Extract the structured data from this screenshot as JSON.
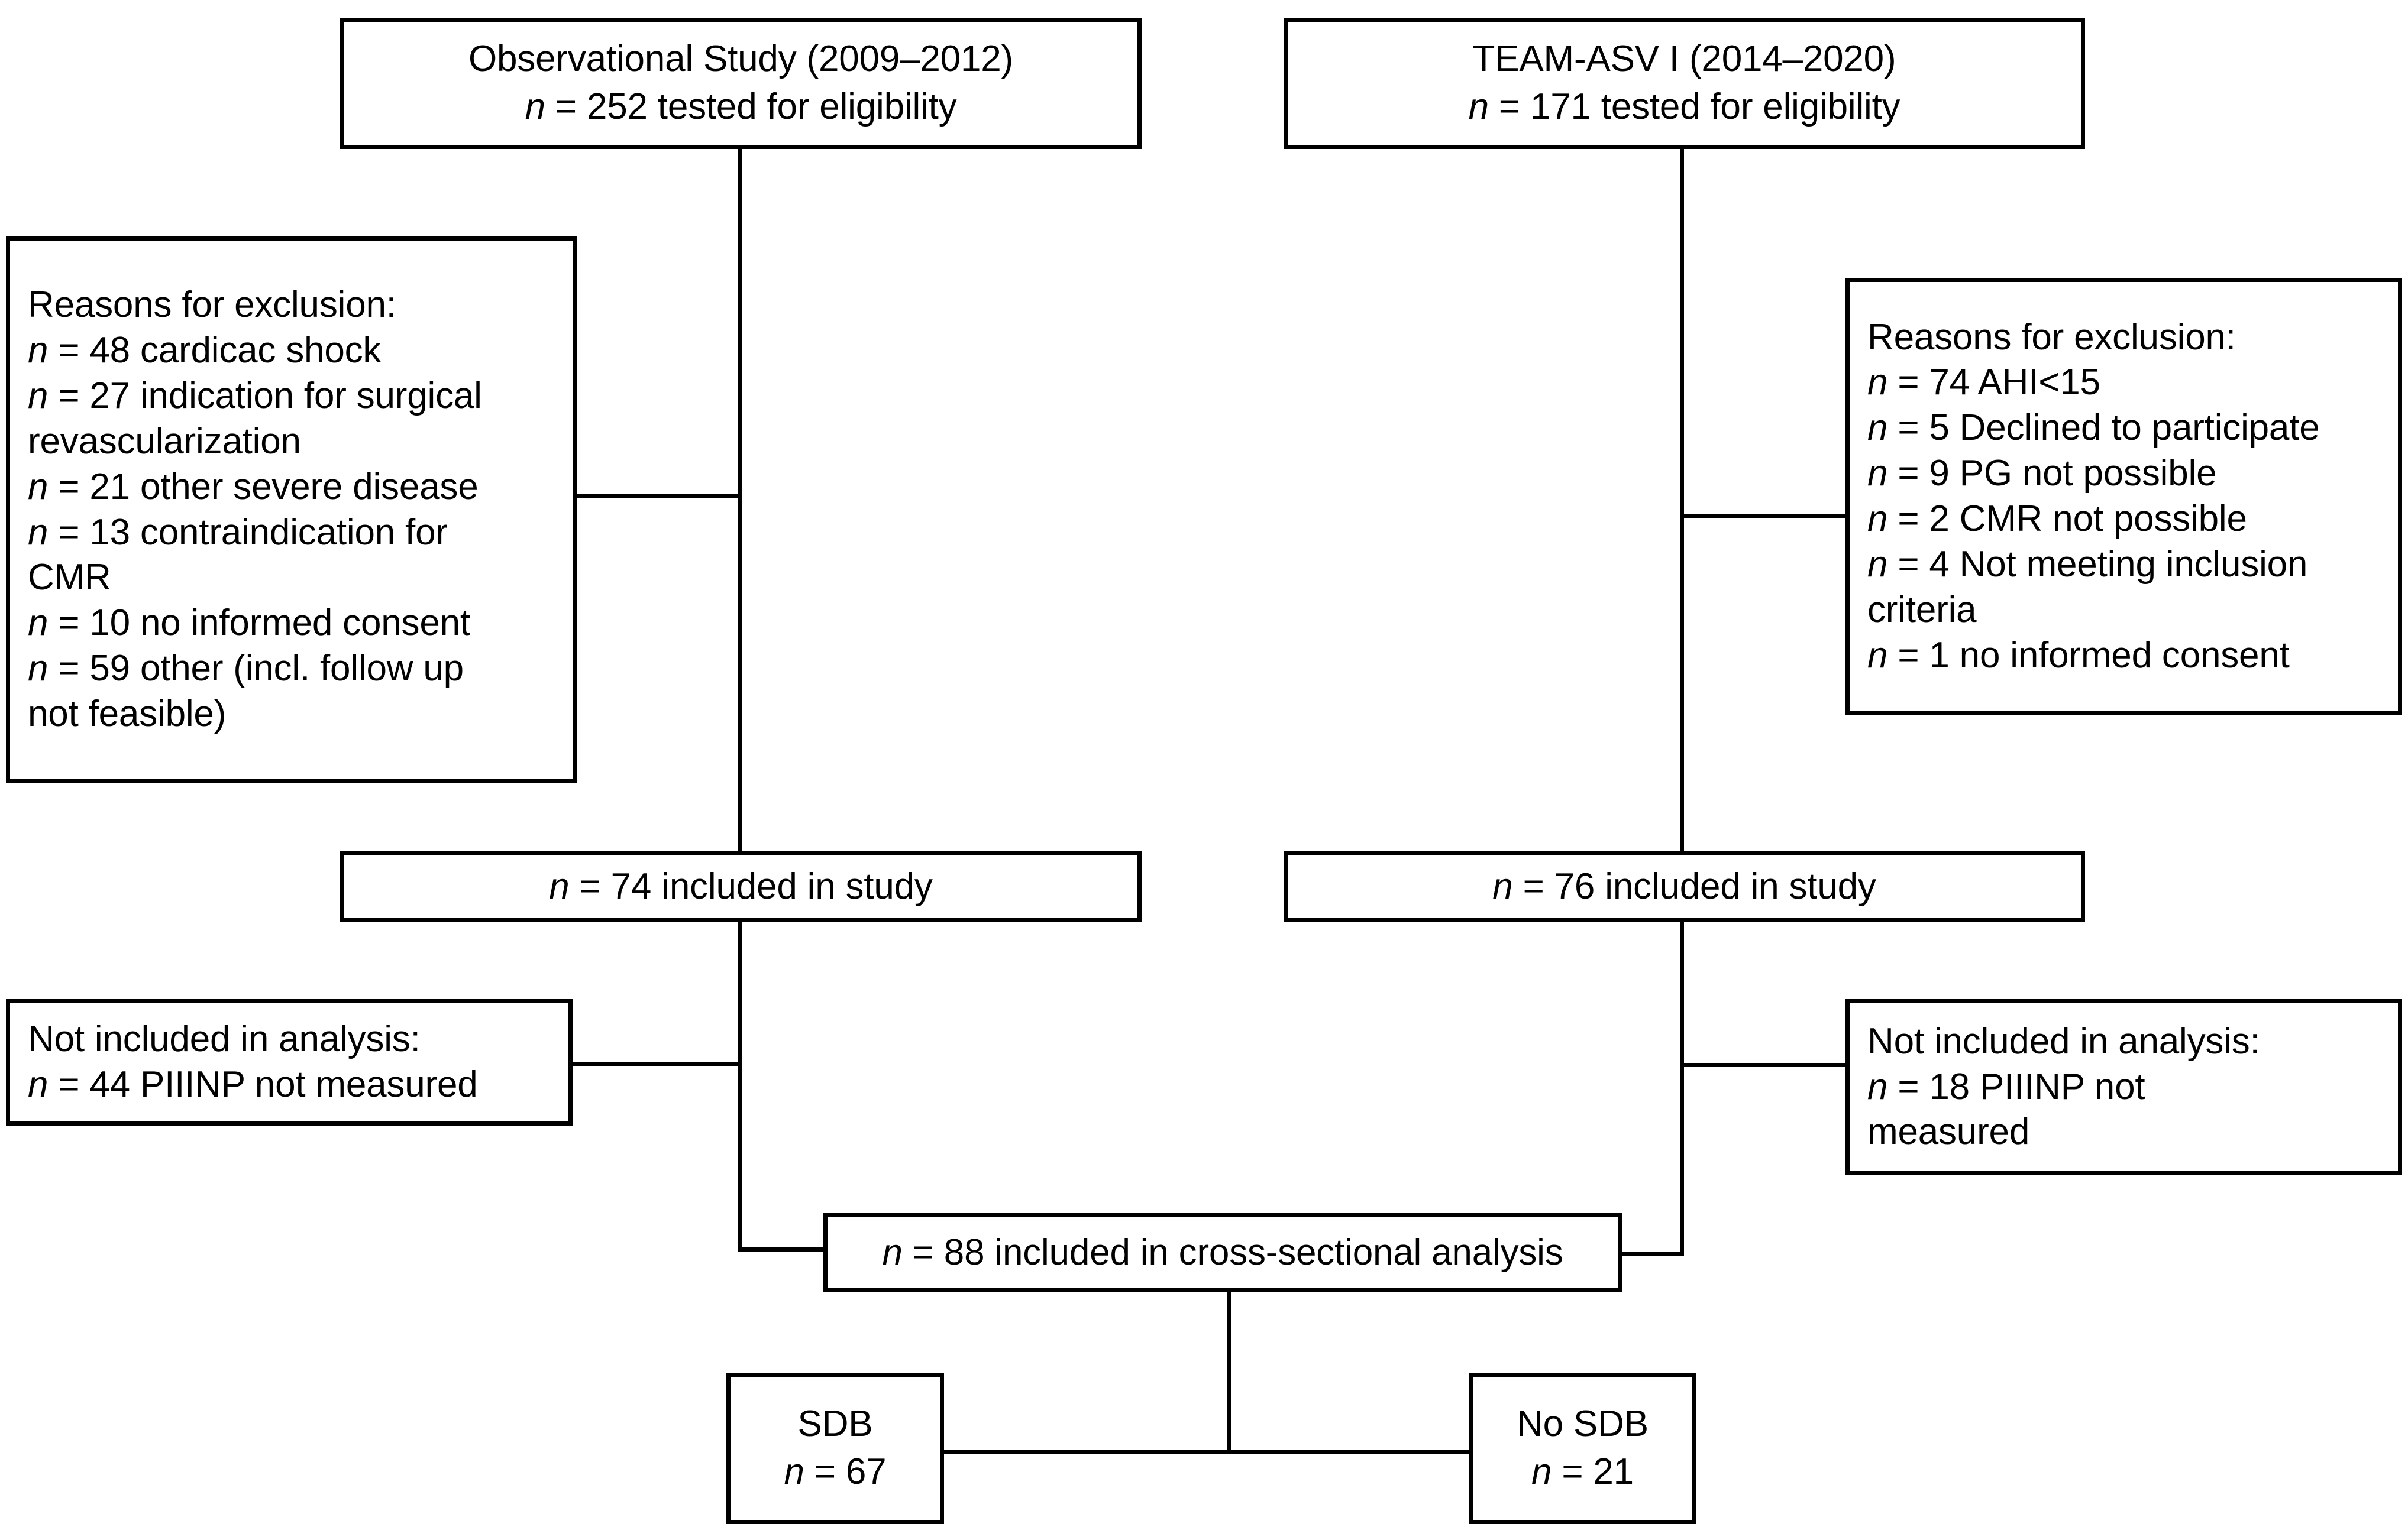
{
  "diagram": {
    "title": "Study participant flow diagram",
    "stroke_color": "#000000",
    "background_color": "#ffffff"
  },
  "nodes": {
    "observational_study": {
      "line1": "Observational Study (2009–2012)",
      "n_symbol": "n",
      "line2_rest": " = 252 tested for eligibility",
      "count": 252
    },
    "team_asv": {
      "line1": "TEAM-ASV I (2014–2020)",
      "n_symbol": "n",
      "line2_rest": " = 171 tested for eligibility",
      "count": 171
    },
    "exclusion_left": {
      "heading": "Reasons for exclusion:",
      "items": [
        {
          "n_symbol": "n",
          "text": " = 48 cardicac shock",
          "count": 48
        },
        {
          "n_symbol": "n",
          "text": " = 27 indication for surgical",
          "count": 27
        },
        {
          "n_symbol": "",
          "text": "revascularization",
          "count": null
        },
        {
          "n_symbol": "n",
          "text": " = 21 other severe disease",
          "count": 21
        },
        {
          "n_symbol": "n",
          "text": " = 13 contraindication for",
          "count": 13
        },
        {
          "n_symbol": "",
          "text": "CMR",
          "count": null
        },
        {
          "n_symbol": "n",
          "text": " = 10 no informed consent",
          "count": 10
        },
        {
          "n_symbol": "n",
          "text": " = 59 other (incl. follow up",
          "count": 59
        },
        {
          "n_symbol": "",
          "text": "not feasible)",
          "count": null
        }
      ]
    },
    "exclusion_right": {
      "heading": "Reasons for exclusion:",
      "items": [
        {
          "n_symbol": "n",
          "text": " = 74 AHI<15",
          "count": 74
        },
        {
          "n_symbol": "n",
          "text": " = 5 Declined to participate",
          "count": 5
        },
        {
          "n_symbol": "n",
          "text": " = 9 PG not possible",
          "count": 9
        },
        {
          "n_symbol": "n",
          "text": " = 2 CMR not possible",
          "count": 2
        },
        {
          "n_symbol": "n",
          "text": " = 4 Not meeting inclusion",
          "count": 4
        },
        {
          "n_symbol": "",
          "text": "criteria",
          "count": null
        },
        {
          "n_symbol": "n",
          "text": " = 1 no informed consent",
          "count": 1
        }
      ]
    },
    "included_left": {
      "n_symbol": "n",
      "text": " = 74 included in study",
      "count": 74
    },
    "included_right": {
      "n_symbol": "n",
      "text": " = 76 included in study",
      "count": 76
    },
    "not_included_left": {
      "heading": "Not included in analysis:",
      "n_symbol": "n",
      "text": " = 44 PIIINP not measured",
      "count": 44
    },
    "not_included_right": {
      "heading": "Not included in analysis:",
      "n_symbol": "n",
      "line1_rest": " = 18 PIIINP not",
      "line2": "measured",
      "count": 18
    },
    "cross_sectional": {
      "n_symbol": "n",
      "text": " = 88 included in cross-sectional analysis",
      "count": 88
    },
    "sdb": {
      "label": "SDB",
      "n_symbol": "n",
      "text": " = 67",
      "count": 67
    },
    "no_sdb": {
      "label": "No SDB",
      "n_symbol": "n",
      "text": " = 21",
      "count": 21
    }
  }
}
